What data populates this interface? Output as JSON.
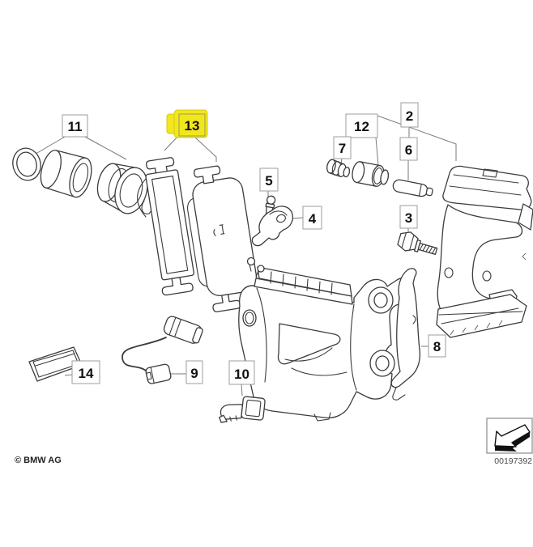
{
  "callouts": {
    "c2": {
      "label": "2"
    },
    "c3": {
      "label": "3"
    },
    "c4": {
      "label": "4"
    },
    "c5": {
      "label": "5"
    },
    "c6": {
      "label": "6"
    },
    "c7": {
      "label": "7"
    },
    "c8": {
      "label": "8"
    },
    "c9": {
      "label": "9"
    },
    "c10": {
      "label": "10"
    },
    "c11": {
      "label": "11"
    },
    "c12": {
      "label": "12"
    },
    "c13": {
      "label": "13"
    },
    "c14": {
      "label": "14"
    }
  },
  "highlight": {
    "callout": "13",
    "color": "#f2e71e"
  },
  "footer": {
    "copyright": "© BMW AG",
    "image_number": "00197392"
  },
  "icons": {
    "stamp": "back-arrow-icon",
    "edge": "chevron-left-icon"
  }
}
